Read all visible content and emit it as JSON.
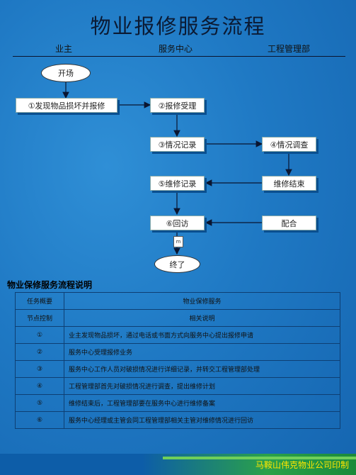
{
  "title": "物业报修服务流程",
  "lanes": [
    "业主",
    "服务中心",
    "工程管理部"
  ],
  "nodes": {
    "start": "开场",
    "n1": "①发现物品损坏并报修",
    "n2": "②报修受理",
    "n3": "③情况记录",
    "n4": "④情况调查",
    "n5": "⑤维修记录",
    "n6": "维修结束",
    "n7": "⑥回访",
    "n8": "配合",
    "end": "终了"
  },
  "section_title": "物业保修服务流程说明",
  "table": {
    "rows": [
      {
        "label": "任务概要",
        "text": "物业保修服务"
      },
      {
        "label": "节点控制",
        "text": "相关说明"
      },
      {
        "label": "①",
        "text": "业主发现物品损坏，通过电话或书面方式向服务中心提出报修申请"
      },
      {
        "label": "②",
        "text": "服务中心受理报修业务"
      },
      {
        "label": "③",
        "text": "服务中心工作人员对破损情况进行详细记录，并转交工程管理部处理"
      },
      {
        "label": "④",
        "text": "工程管理部首先对破损情况进行调查，提出维修计划"
      },
      {
        "label": "⑤",
        "text": "维修结束后，工程管理部要在服务中心进行维修备案"
      },
      {
        "label": "⑥",
        "text": "服务中心经理或主管会同工程管理部相关主管对维修情况进行回访"
      }
    ]
  },
  "footer": "马鞍山伟克物业公司印制",
  "colors": {
    "background": "#1f79c4",
    "footer_text": "#ffe600",
    "table_border": "#0e3f73"
  }
}
